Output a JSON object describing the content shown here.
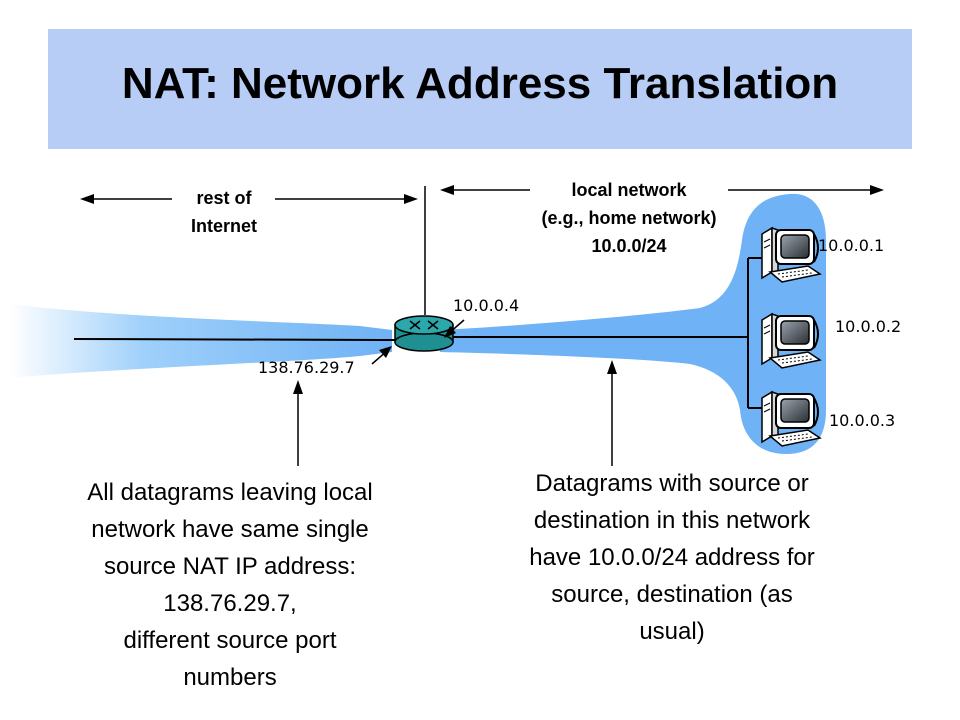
{
  "title": "NAT: Network Address Translation",
  "regions": {
    "rest_of_internet": "rest of\nInternet",
    "local_network": "local network\n(e.g., home network)\n10.0.0/24"
  },
  "addresses": {
    "router_public": "138.76.29.7",
    "router_private": "10.0.0.4",
    "host1": "10.0.0.1",
    "host2": "10.0.0.2",
    "host3": "10.0.0.3"
  },
  "annotations": {
    "left": "All datagrams leaving local\nnetwork have same single\nsource NAT IP address:\n138.76.29.7,\ndifferent source port\nnumbers",
    "right": "Datagrams with source or\ndestination in this network\nhave 10.0.0/24 address for\nsource, destination (as\nusual)"
  },
  "icons": {
    "router": "router-icon",
    "hosts": [
      "desktop-computer-icon",
      "desktop-computer-icon",
      "desktop-computer-icon"
    ]
  },
  "colors": {
    "title_band": "#b7cdf6",
    "network_fill": "#6fb2f5",
    "router": "#1f8f92"
  }
}
